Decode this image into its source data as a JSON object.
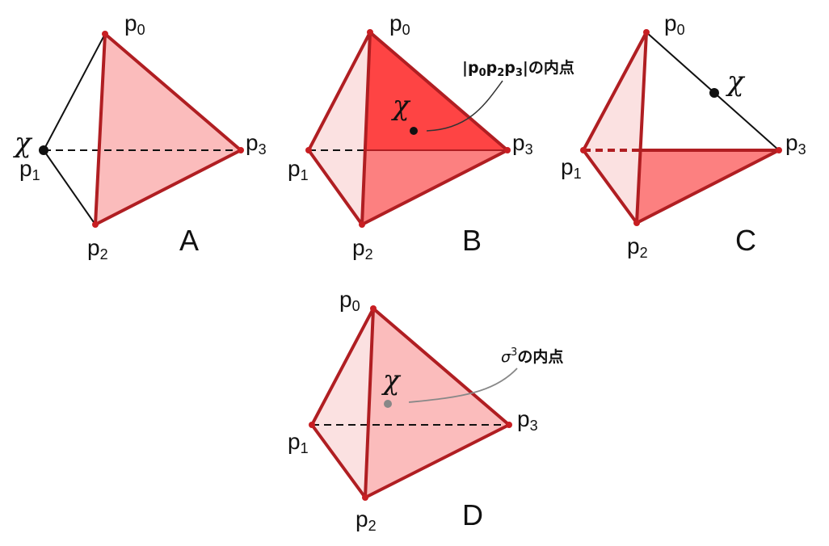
{
  "vertices": {
    "p0": {
      "base": "p",
      "sub": "0"
    },
    "p1": {
      "base": "p",
      "sub": "1"
    },
    "p2": {
      "base": "p",
      "sub": "2"
    },
    "p3": {
      "base": "p",
      "sub": "3"
    }
  },
  "point_label": "χ",
  "panels": {
    "A": {
      "letter": "A"
    },
    "B": {
      "letter": "B",
      "annotation": {
        "bar_open": "|",
        "face": [
          "p",
          "0",
          "p",
          "2",
          "p",
          "3"
        ],
        "bar_close": "|",
        "suffix": "の内点"
      }
    },
    "C": {
      "letter": "C"
    },
    "D": {
      "letter": "D",
      "annotation": {
        "symbol": "σ",
        "sup": "3",
        "suffix": "の内点"
      }
    }
  },
  "colors": {
    "edge_red": "#b01e22",
    "face_light": "#fbe1e1",
    "face_medium": "#fbbcbc",
    "face_strong": "#fc8080",
    "face_bright": "#fe4444"
  }
}
